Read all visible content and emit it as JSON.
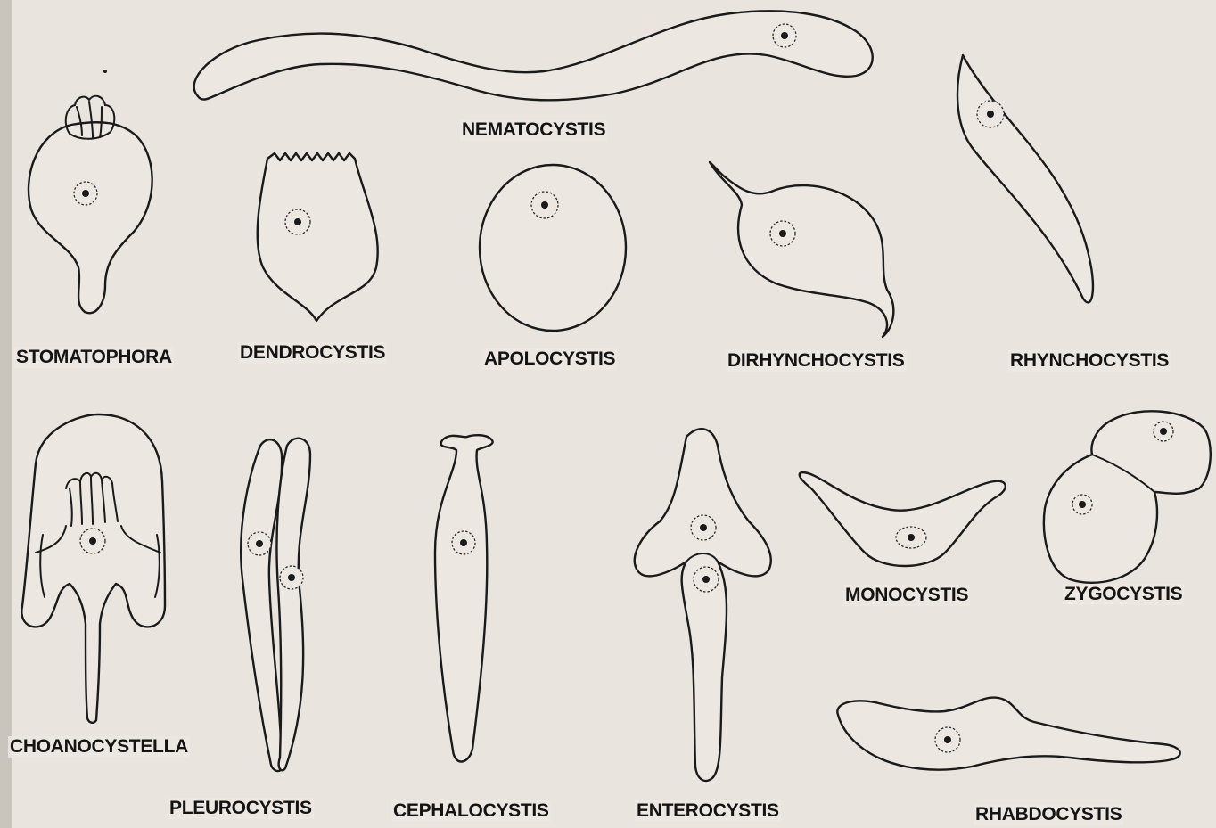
{
  "labels": {
    "nematocystis": "NEMATOCYSTIS",
    "stomatophora": "STOMATOPHORA",
    "dendrocystis": "DENDROCYSTIS",
    "apolocystis": "APOLOCYSTIS",
    "dirhynchocystis": "DIRHYNCHOCYSTIS",
    "rhynchocystis": "RHYNCHOCYSTIS",
    "choanocystella": "CHOANOCYSTELLA",
    "pleurocystis": "PLEUROCYSTIS",
    "cephalocystis": "CEPHALOCYSTIS",
    "enterocystis": "ENTEROCYSTIS",
    "monocystis": "MONOCYSTIS",
    "zygocystis": "ZYGOCYSTIS",
    "rhabdocystis": "RHABDOCYSTIS"
  },
  "colors": {
    "background": "#e9e5de",
    "ink": "#1a1a1a"
  }
}
